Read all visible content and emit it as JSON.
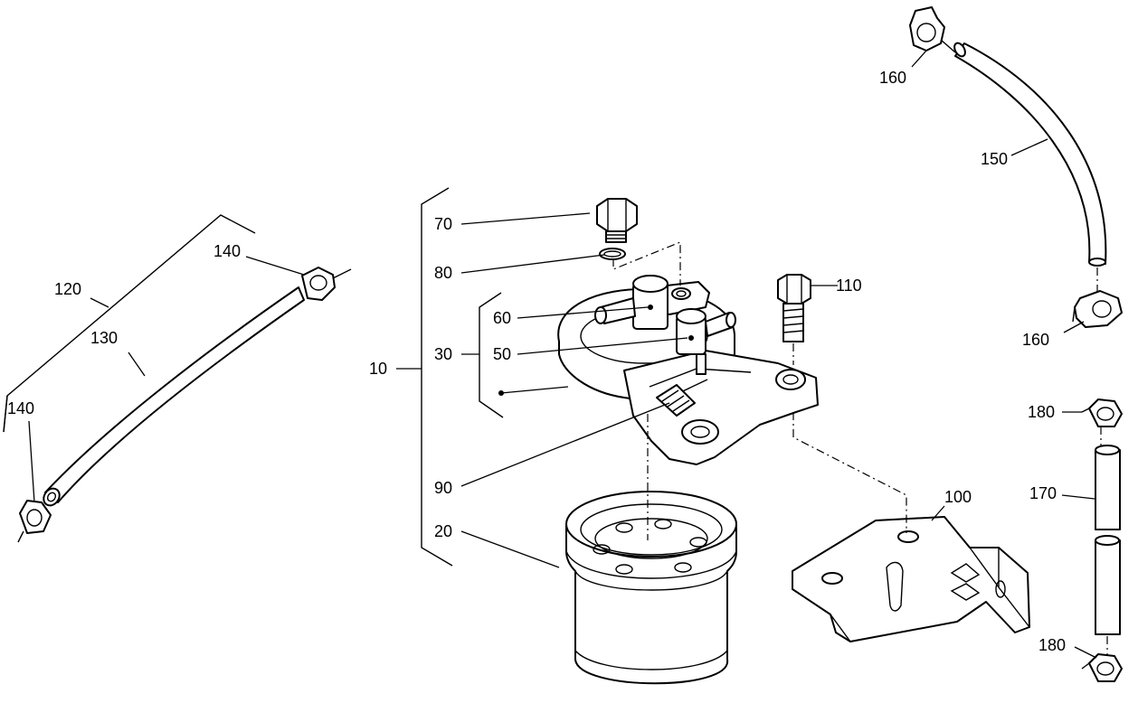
{
  "diagram": {
    "callouts": [
      {
        "id": "c10",
        "label": "10"
      },
      {
        "id": "c20",
        "label": "20"
      },
      {
        "id": "c30",
        "label": "30"
      },
      {
        "id": "c50",
        "label": "50"
      },
      {
        "id": "c60",
        "label": "60"
      },
      {
        "id": "c70",
        "label": "70"
      },
      {
        "id": "c80",
        "label": "80"
      },
      {
        "id": "c90",
        "label": "90"
      },
      {
        "id": "c100",
        "label": "100"
      },
      {
        "id": "c110",
        "label": "110"
      },
      {
        "id": "c120",
        "label": "120"
      },
      {
        "id": "c130",
        "label": "130"
      },
      {
        "id": "c140a",
        "label": "140"
      },
      {
        "id": "c140b",
        "label": "140"
      },
      {
        "id": "c150",
        "label": "150"
      },
      {
        "id": "c160a",
        "label": "160"
      },
      {
        "id": "c160b",
        "label": "160"
      },
      {
        "id": "c170",
        "label": "170"
      },
      {
        "id": "c180a",
        "label": "180"
      },
      {
        "id": "c180b",
        "label": "180"
      }
    ]
  }
}
